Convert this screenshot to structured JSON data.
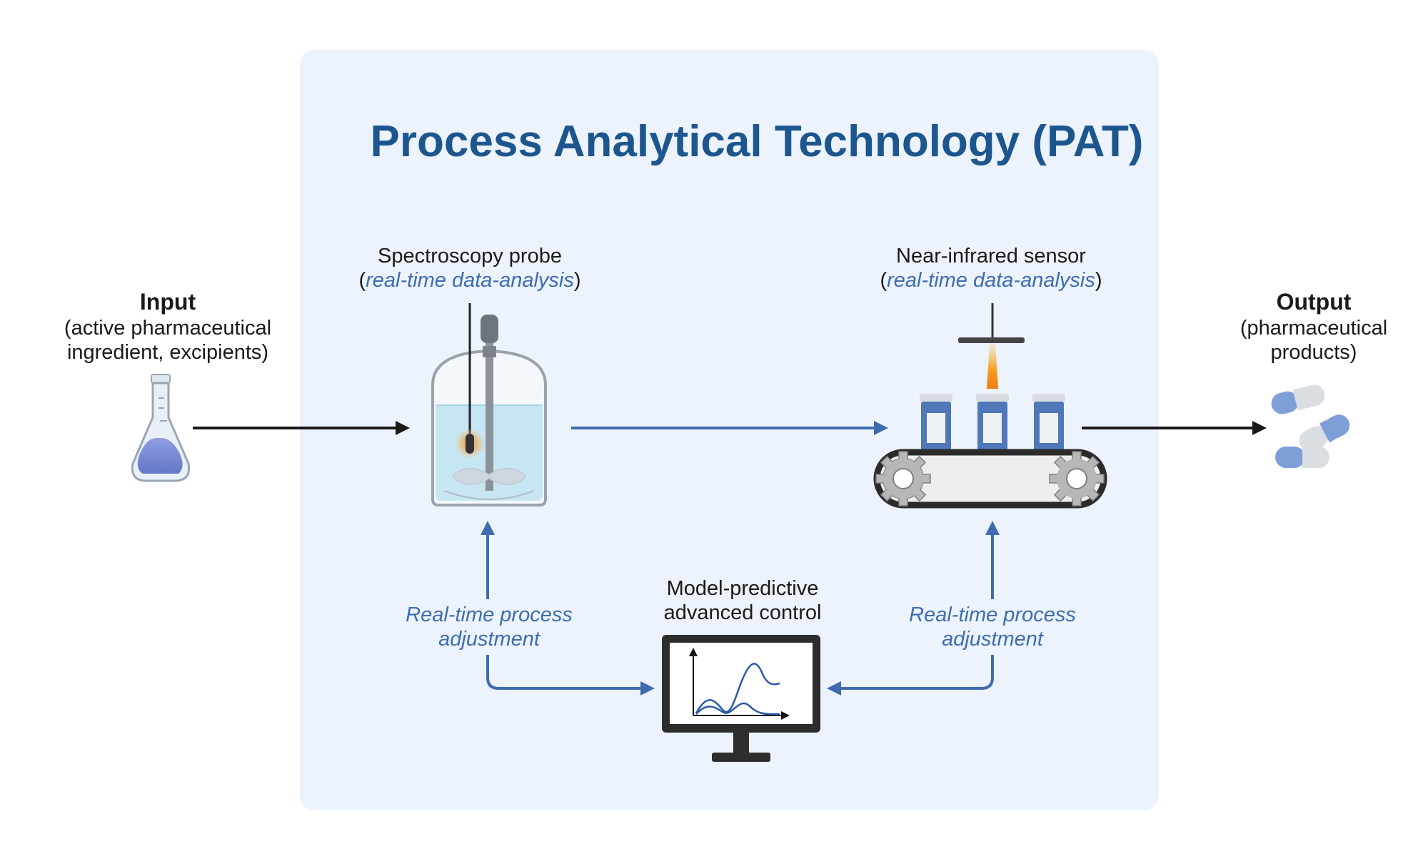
{
  "title": "Process Analytical Technology (PAT)",
  "input": {
    "heading": "Input",
    "line1": "(active pharmaceutical",
    "line2": "ingredient, excipients)"
  },
  "output": {
    "heading": "Output",
    "line1": "(pharmaceutical",
    "line2": "products)"
  },
  "probe": {
    "name": "Spectroscopy probe",
    "open": "(",
    "detail": "real-time data-analysis",
    "close": ")"
  },
  "sensor": {
    "name": "Near-infrared sensor",
    "open": "(",
    "detail": "real-time data-analysis",
    "close": ")"
  },
  "control": {
    "line1": "Model-predictive",
    "line2": "advanced control"
  },
  "adjust_left": {
    "line1": "Real-time process",
    "line2": "adjustment"
  },
  "adjust_right": {
    "line1": "Real-time process",
    "line2": "adjustment"
  },
  "colors": {
    "panel": "#ecf3fc",
    "title": "#1d568f",
    "accent_arrow": "#3f6cb0",
    "dark_arrow": "#1a1a1a",
    "liquid": "#c6e6f4",
    "vial": "#4f77b9",
    "capsule": "#7f9fd8"
  }
}
